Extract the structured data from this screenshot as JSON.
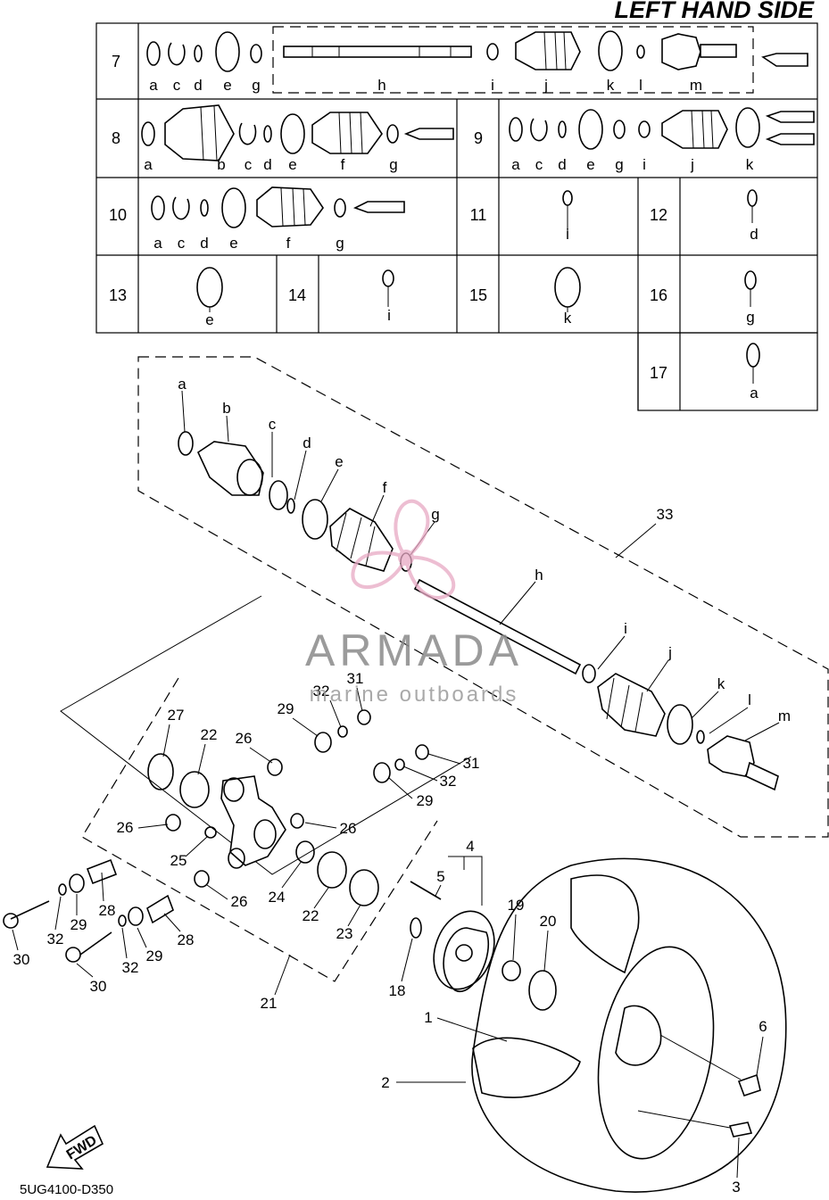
{
  "title": "LEFT HAND SIDE",
  "diagram_code": "5UG4100-D350",
  "fwd_label": "FWD",
  "watermark": {
    "brand": "ARMADA",
    "subtitle": "marine outboards",
    "logo_color": "#e8a9c4"
  },
  "kit_table": {
    "rows": [
      {
        "no": "7",
        "letters": [
          "a",
          "c",
          "d",
          "e",
          "g",
          "h",
          "i",
          "j",
          "k",
          "l",
          "m"
        ]
      },
      {
        "no": "8",
        "letters": [
          "a",
          "b",
          "c",
          "d",
          "e",
          "f",
          "g"
        ]
      },
      {
        "no": "9",
        "letters": [
          "a",
          "c",
          "d",
          "e",
          "g",
          "i",
          "j",
          "k"
        ]
      },
      {
        "no": "10",
        "letters": [
          "a",
          "c",
          "d",
          "e",
          "f",
          "g"
        ]
      },
      {
        "no": "11",
        "letters": [
          "i"
        ]
      },
      {
        "no": "12",
        "letters": [
          "d"
        ]
      },
      {
        "no": "13",
        "letters": [
          "e"
        ]
      },
      {
        "no": "14",
        "letters": [
          "i"
        ]
      },
      {
        "no": "15",
        "letters": [
          "k"
        ]
      },
      {
        "no": "16",
        "letters": [
          "g"
        ]
      },
      {
        "no": "17",
        "letters": [
          "a"
        ]
      }
    ]
  },
  "shaft_letters": [
    "a",
    "b",
    "c",
    "d",
    "e",
    "f",
    "g",
    "h",
    "i",
    "j",
    "k",
    "l",
    "m"
  ],
  "assembly_33": "33",
  "part_numbers": {
    "p1": "1",
    "p2": "2",
    "p3": "3",
    "p4": "4",
    "p5": "5",
    "p6": "6",
    "p18": "18",
    "p19": "19",
    "p20": "20",
    "p21": "21",
    "p22a": "22",
    "p22b": "22",
    "p23": "23",
    "p24": "24",
    "p25": "25",
    "p26a": "26",
    "p26b": "26",
    "p26c": "26",
    "p26d": "26",
    "p27": "27",
    "p28a": "28",
    "p28b": "28",
    "p29a": "29",
    "p29b": "29",
    "p29c": "29",
    "p29d": "29",
    "p30a": "30",
    "p30b": "30",
    "p31a": "31",
    "p31b": "31",
    "p32a": "32",
    "p32b": "32",
    "p32c": "32",
    "p32d": "32"
  }
}
